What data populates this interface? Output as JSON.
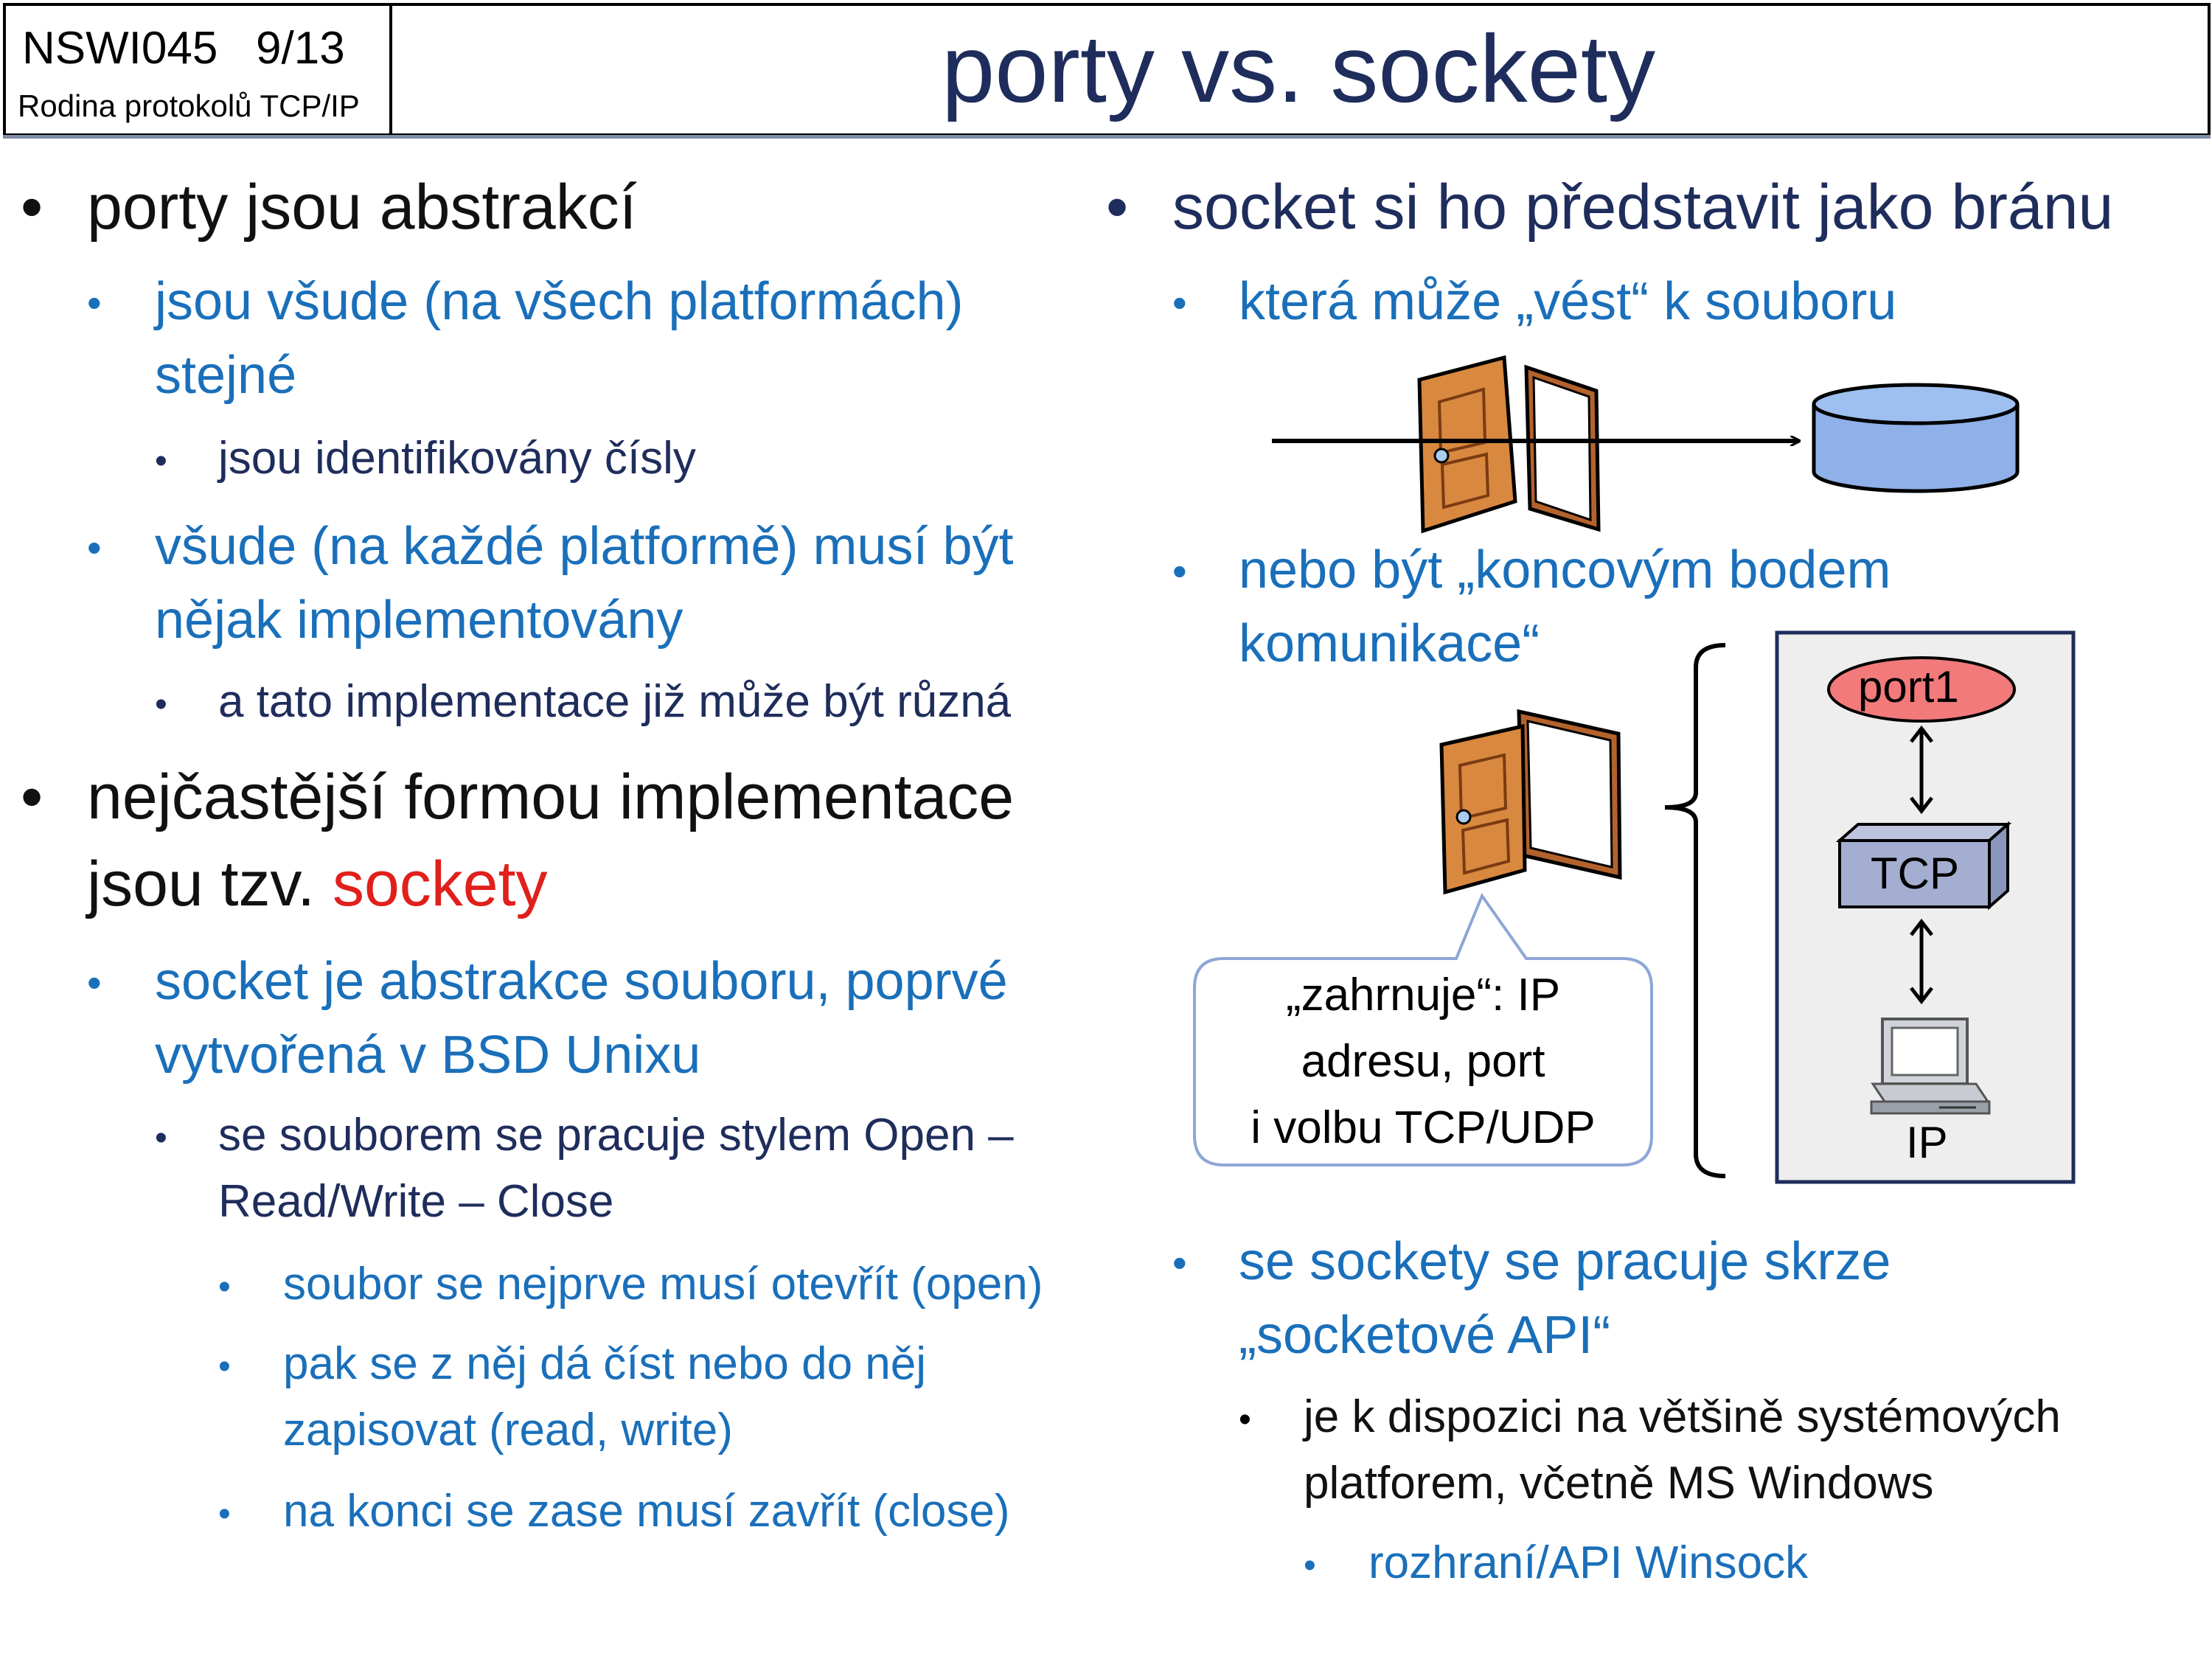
{
  "header": {
    "course": "NSWI045",
    "page": "9/13",
    "subtitle": "Rodina protokolů TCP/IP",
    "title": "porty vs. sockety"
  },
  "left_column": {
    "item1": "porty jsou abstrakcí",
    "item1_a1": "jsou všude (na všech platformách)",
    "item1_a2": "stejné",
    "item1_a_sub": "jsou identifikovány čísly",
    "item1_b1": "všude (na každé platformě) musí být",
    "item1_b2": "nějak implementovány",
    "item1_b_sub": "a tato implementace již může být různá",
    "item2_line1": "nejčastější formou implementace",
    "item2_line2_prefix": "jsou tzv. ",
    "item2_line2_highlight": "sockety",
    "item2_a1": "socket je abstrakce souboru, poprvé",
    "item2_a2": "vytvořená v BSD Unixu",
    "item2_a_sub1": "se souborem se pracuje stylem Open –",
    "item2_a_sub2": "Read/Write – Close",
    "sub_sub_1": "soubor se nejprve musí otevřít (open)",
    "sub_sub_2a": "pak se z něj dá číst nebo do něj",
    "sub_sub_2b": "zapisovat (read, write)",
    "sub_sub_3": "na konci se zase musí zavřít (close)"
  },
  "right_column": {
    "item1": "socket si ho představit jako bránu",
    "item1_a": "která může „vést“ k souboru",
    "item1_b1": "nebo být „koncovým bodem",
    "item1_b2": "komunikace“",
    "item2_a1": "se sockety se pracuje skrze",
    "item2_a2": "„socketové API“",
    "item2_sub1": "je k dispozici na většině systémových",
    "item2_sub2": "platforem, včetně MS Windows",
    "item2_sub_sub": "rozhraní/API Winsock"
  },
  "diagram": {
    "callout_line1": "„zahrnuje“: IP",
    "callout_line2": "adresu, port",
    "callout_line3": "i volbu TCP/UDP",
    "stack_port": "port1",
    "stack_tcp": "TCP",
    "stack_ip": "IP"
  },
  "colors": {
    "title": "#1f2d5c",
    "level2": "#1a6fba",
    "highlight": "#e0201c",
    "cylinder": "#8fb0e8",
    "port_oval": "#f27a7a",
    "tcp_box": "#a4aed0",
    "stack_panel": "#eeeeee",
    "door": "#c8763a"
  },
  "icons": [
    "door-icon",
    "database-cylinder-icon",
    "computer-icon",
    "double-arrow-icon"
  ]
}
